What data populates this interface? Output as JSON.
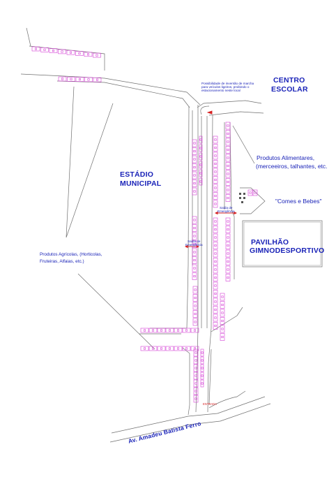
{
  "labels": {
    "centro_escolar_1": "CENTRO",
    "centro_escolar_2": "ESCOLAR",
    "estadio_1": "ESTÁDIO",
    "estadio_2": "MUNICIPAL",
    "pavilhao_1": "PAVILHÃO",
    "pavilhao_2": "GIMNODESPORTIVO",
    "produtos_alimentares_1": "Produtos Alimentares,",
    "produtos_alimentares_2": "(merceeiros, talhantes, etc.",
    "comes_bebes": "\"Comes e Bebes\"",
    "produtos_agricolas_1": "Produtos Agrícolas, (Horticolas,",
    "produtos_agricolas_2": "Fruteiras, Alfaias, etc.)",
    "inversao_1": "Possibilidade de inversão de marcha",
    "inversao_2": "para veículos ligeiros, proibindo o",
    "inversao_3": "estacionamento neste local",
    "saida_1": "Saída de",
    "saida_2": "Emergência",
    "entrada": "ENTRADA",
    "avenida": "Av. Amadeu Batista Ferro"
  },
  "colors": {
    "line": "#6f6f6f",
    "stall": "#d43fd6",
    "label": "#1a23b8",
    "arrow": "#d62020",
    "kiosk": "#555555"
  }
}
